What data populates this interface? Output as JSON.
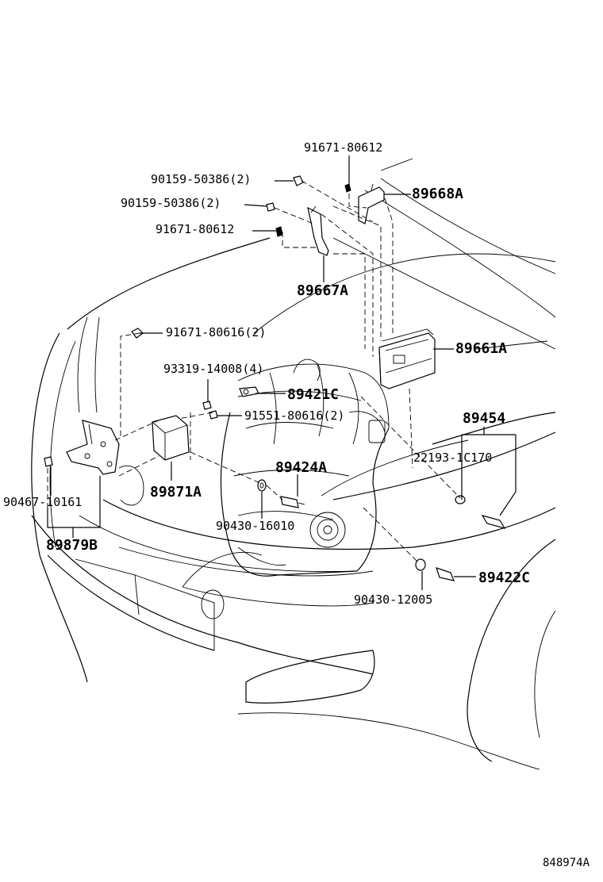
{
  "labels": {
    "l1": "91671-80612",
    "l2": "90159-50386(2)",
    "l3": "89668A",
    "l4": "90159-50386(2)",
    "l5": "91671-80612",
    "l6": "89667A",
    "l7": "91671-80616(2)",
    "l8": "89661A",
    "l9": "93319-14008(4)",
    "l10": "89421C",
    "l11": "89454",
    "l12": "91551-80616(2)",
    "l13": "22193-1C170",
    "l14": "89424A",
    "l15": "89871A",
    "l16": "90467-10161",
    "l17": "90430-16010",
    "l18": "89879B",
    "l19": "89422C",
    "l20": "90430-12005",
    "ref": "848974A"
  }
}
